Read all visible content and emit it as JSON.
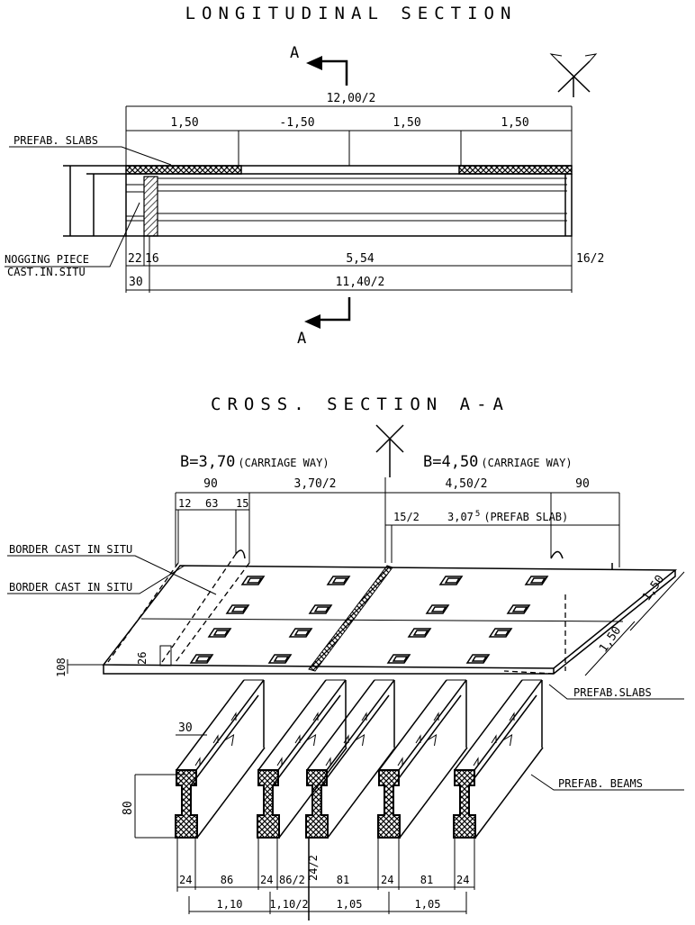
{
  "longitudinal": {
    "title": "LONGITUDINAL SECTION",
    "section_mark": "A",
    "section_mark_bottom": "A",
    "total_dim": "12,00/2",
    "spans": [
      "1,50",
      "-1,50",
      "1,50",
      "1,50"
    ],
    "label_slabs": "PREFAB. SLABS",
    "label_nogging": "NOGGING PIECE",
    "label_cast": "CAST.IN.SITU",
    "dims_row1": [
      "22",
      "16",
      "5,54",
      "16/2"
    ],
    "dims_row2": [
      "30",
      "11,40/2"
    ]
  },
  "cross": {
    "title": "CROSS. SECTION A-A",
    "b_left": "B=3,70",
    "b_left_note": "(CARRIAGE WAY)",
    "b_right": "B=4,50",
    "b_right_note": "(CARRIAGE WAY)",
    "top_dims": [
      "90",
      "3,70/2",
      "4,50/2",
      "90"
    ],
    "border_dims": [
      "12",
      "63",
      "15"
    ],
    "slab_dim_small": "15/2",
    "slab_dim": "3,07",
    "slab_dim_sup": "5",
    "slab_dim_note": "(PREFAB SLAB)",
    "label_border1": "BORDER CAST IN SITU",
    "label_border2": "BORDER CAST IN SITU",
    "label_prefab_slabs": "PREFAB.SLABS",
    "label_prefab_beams": "PREFAB. BEAMS",
    "slab_width_1": "1,50",
    "slab_width_2": "1,50",
    "dim_108": "108",
    "dim_26": "26",
    "dim_30": "30",
    "dim_80": "80",
    "dim_24_2": "24/2",
    "bottom_row1": [
      "24",
      "86",
      "24",
      "86/2",
      "81",
      "24",
      "81",
      "24"
    ],
    "bottom_row2": [
      "1,10",
      "1,10/2",
      "1,05",
      "1,05"
    ]
  }
}
